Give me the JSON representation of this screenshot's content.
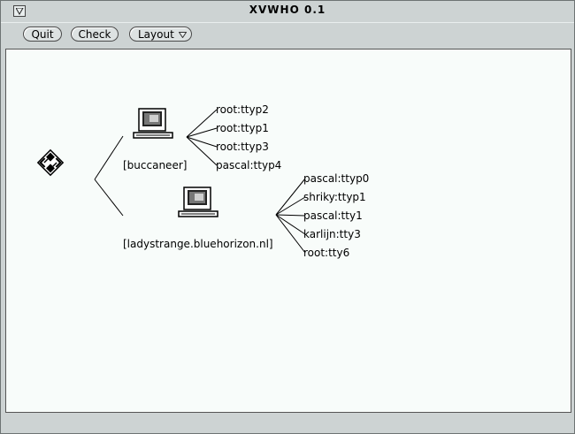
{
  "window": {
    "title": "XVWHO 0.1"
  },
  "toolbar": {
    "quit_label": "Quit",
    "check_label": "Check",
    "layout_label": "Layout"
  },
  "hosts": [
    {
      "name": "[buccaneer]",
      "users": [
        "root:ttyp2",
        "root:ttyp1",
        "root:ttyp3",
        "pascal:ttyp4"
      ]
    },
    {
      "name": "[ladystrange.bluehorizon.nl]",
      "users": [
        "pascal:ttyp0",
        "shriky:ttyp1",
        "pascal:tty1",
        "karlijn:tty3",
        "root:tty6"
      ]
    }
  ],
  "icons": {
    "root": "network-root-icon",
    "host": "workstation-icon",
    "menu": "window-menu-icon",
    "dropdown": "chevron-down-icon"
  }
}
